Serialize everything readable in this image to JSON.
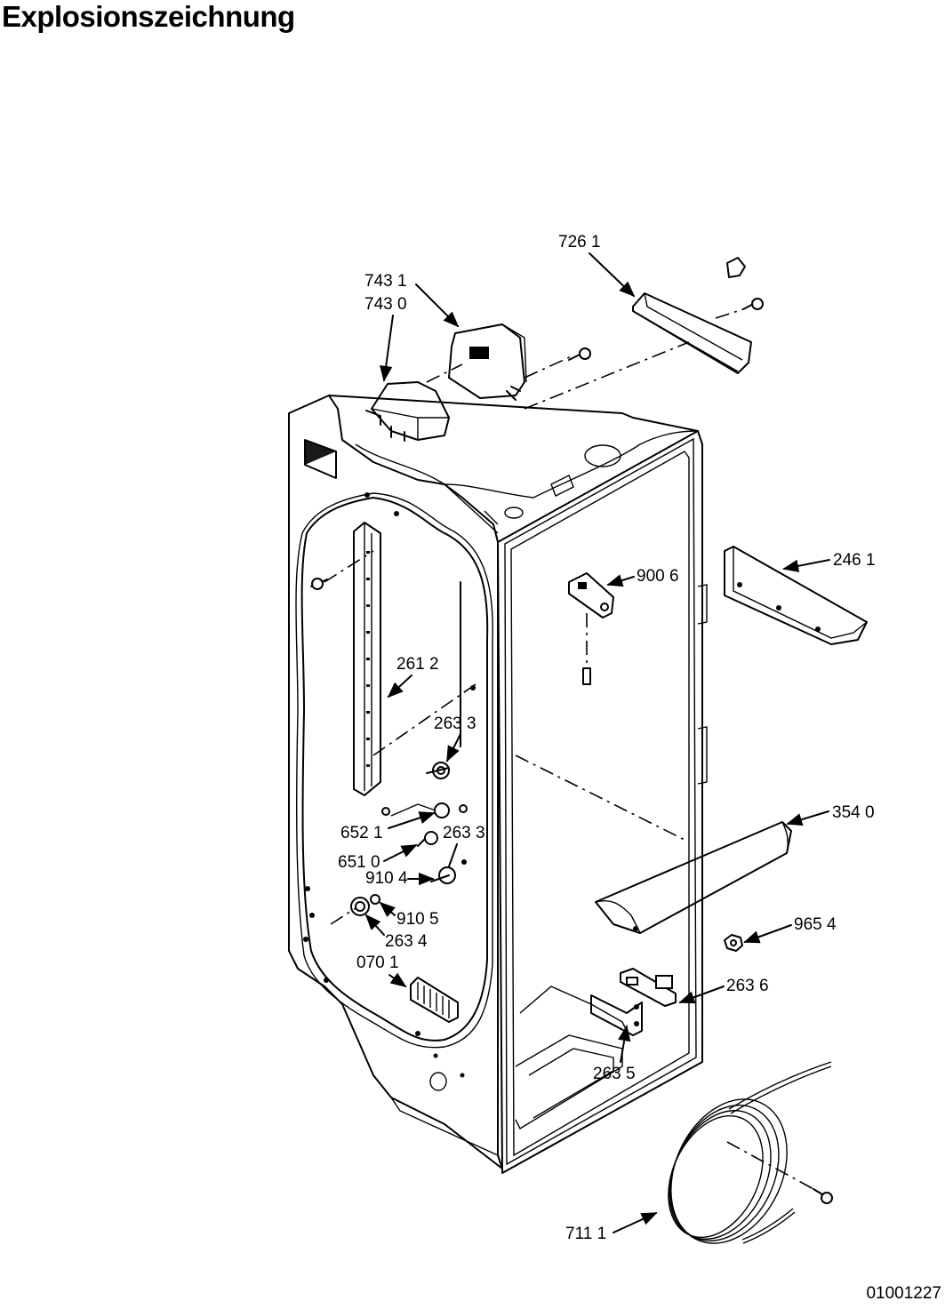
{
  "title": "Explosionszeichnung",
  "doc_id": "01001227",
  "parts": [
    {
      "code": "726 1"
    },
    {
      "code": "743 1"
    },
    {
      "code": "743 0"
    },
    {
      "code": "246 1"
    },
    {
      "code": "900 6"
    },
    {
      "code": "261 2"
    },
    {
      "code": "263 3"
    },
    {
      "code": "652 1"
    },
    {
      "code": "263 3"
    },
    {
      "code": "651 0"
    },
    {
      "code": "910 4"
    },
    {
      "code": "910 5"
    },
    {
      "code": "263 4"
    },
    {
      "code": "070 1"
    },
    {
      "code": "354 0"
    },
    {
      "code": "965 4"
    },
    {
      "code": "263 6"
    },
    {
      "code": "263 5"
    },
    {
      "code": "711 1"
    }
  ]
}
